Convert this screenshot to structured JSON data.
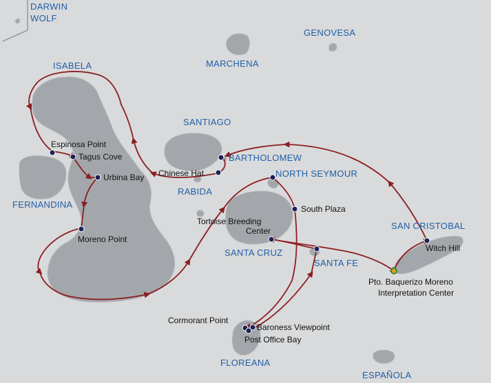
{
  "islands": {
    "darwin": "DARWIN",
    "wolf": "WOLF",
    "genovesa": "GENOVESA",
    "marchena": "MARCHENA",
    "isabela": "ISABELA",
    "santiago": "SANTIAGO",
    "fernandina": "FERNANDINA",
    "bartholomew": "BARTHOLOMEW",
    "rabida": "RABIDA",
    "north_seymour": "NORTH SEYMOUR",
    "san_cristobal": "SAN CRISTOBAL",
    "santa_cruz": "SANTA CRUZ",
    "santa_fe": "SANTA FE",
    "floreana": "FLOREANA",
    "espanola": "ESPAÑOLA"
  },
  "sites": {
    "espinosa_point": "Espinosa Point",
    "tagus_cove": "Tagus Cove",
    "urbina_bay": "Urbina Bay",
    "moreno_point": "Moreno Point",
    "chinese_hat": "Chinese Hat",
    "south_plaza": "South Plaza",
    "tortoise_breeding_1": "Tortoise Breeding",
    "tortoise_breeding_2": "Center",
    "witch_hill": "Witch Hill",
    "pto_baquerizo_1": "Pto. Baquerizo Moreno",
    "pto_baquerizo_2": "Interpretation Center",
    "cormorant_point": "Cormorant Point",
    "baroness_viewpoint": "Baroness Viewpoint",
    "post_office_bay": "Post Office Bay"
  },
  "colors": {
    "water": "#d9dadb",
    "land": "#a3a7ab",
    "route": "#8b1e22",
    "stop": "#1b2257",
    "island_label": "#1f5fa8",
    "start_marker": "#e3a21a"
  }
}
